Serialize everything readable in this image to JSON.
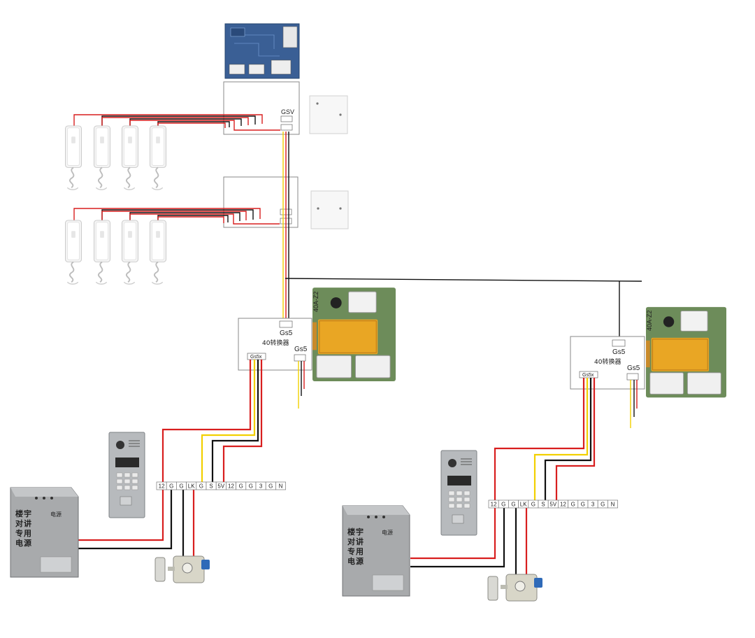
{
  "labels": {
    "gsv": "GSV",
    "gs5": "Gs5",
    "gs5x": "Gs5x",
    "converter": "40转换器",
    "board_model": "40A-Z2",
    "psu_brand": "电源",
    "psu_vertical": [
      "楼",
      "宇",
      "对",
      "讲",
      "专",
      "用",
      "电",
      "源"
    ]
  },
  "terminals": [
    "12",
    "G",
    "G",
    "LK",
    "G",
    "S",
    "5V",
    "12",
    "G",
    "G",
    "3",
    "G",
    "N"
  ],
  "colors": {
    "red": "#d81e1e",
    "yellow": "#f2d000",
    "black": "#111111",
    "board_green": "#6d8c5a",
    "relay_orange": "#e9a624",
    "panel_gray": "#b7babd",
    "psu_gray": "#a8aaac"
  },
  "icons": {
    "handset": "intercom-handset-icon",
    "wall_plate": "wall-plate-icon",
    "circuit_board": "pcb-board-icon",
    "door_panel": "door-station-keypad-icon",
    "power_supply": "power-supply-box-icon",
    "lock": "electric-lock-icon"
  }
}
